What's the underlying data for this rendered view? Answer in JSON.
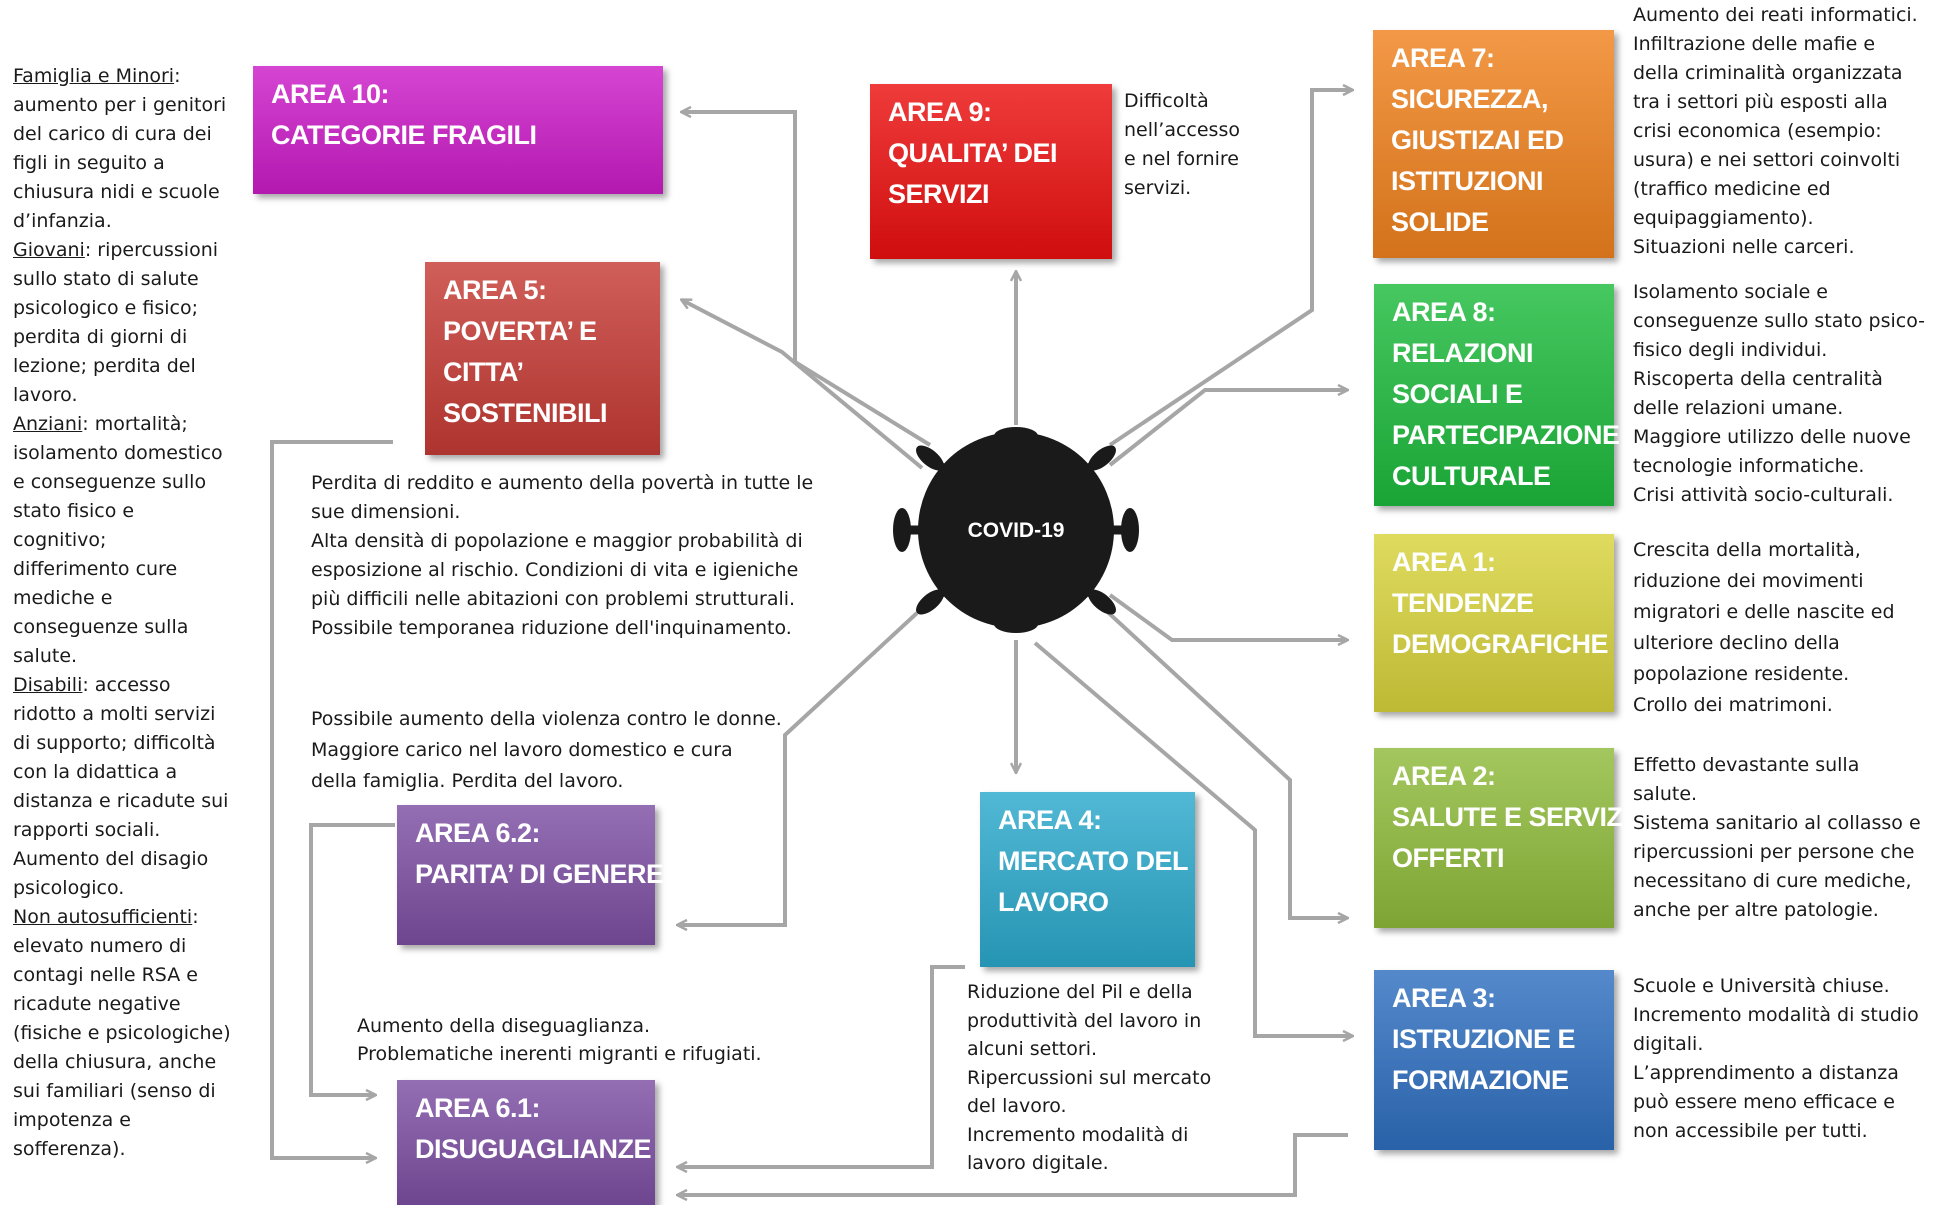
{
  "center": {
    "label": "COVID-19"
  },
  "areas": {
    "area10": {
      "title": "AREA 10:",
      "lines": [
        "CATEGORIE FRAGILI"
      ],
      "color": "#cc1cc8"
    },
    "area9": {
      "title": "AREA 9:",
      "lines": [
        "QUALITA’ DEI",
        "SERVIZI"
      ],
      "color": "#ec1010"
    },
    "area7": {
      "title": "AREA 7:",
      "lines": [
        "SICUREZZA,",
        "GIUSTIZAI ED",
        "ISTITUZIONI",
        "SOLIDE"
      ],
      "color": "#f0821e"
    },
    "area5": {
      "title": "AREA 5:",
      "lines": [
        "POVERTA’ E",
        "CITTA’",
        "SOSTENIBILI"
      ],
      "color": "#c63b35"
    },
    "area8": {
      "title": "AREA 8:",
      "lines": [
        "RELAZIONI",
        "SOCIALI E",
        "PARTECIPAZIONE",
        "CULTURALE"
      ],
      "color": "#1ebb3d"
    },
    "area1": {
      "title": "AREA 1:",
      "lines": [
        "TENDENZE",
        "DEMOGRAFICHE"
      ],
      "color": "#d8d33c"
    },
    "area2": {
      "title": "AREA 2:",
      "lines": [
        "SALUTE E SERVIZI",
        "OFFERTI"
      ],
      "color": "#8fbb3b"
    },
    "area4": {
      "title": "AREA 4:",
      "lines": [
        "MERCATO DEL",
        "LAVORO"
      ],
      "color": "#2ba9cc"
    },
    "area62": {
      "title": "AREA 6.2:",
      "lines": [
        "PARITA’ DI GENERE"
      ],
      "color": "#7d4fa3"
    },
    "area61": {
      "title": "AREA 6.1:",
      "lines": [
        "DISUGUAGLIANZE"
      ],
      "color": "#7d4fa3"
    },
    "area3": {
      "title": "AREA 3:",
      "lines": [
        "ISTRUZIONE E",
        "FORMAZIONE"
      ],
      "color": "#2f6fc0"
    }
  },
  "notes": {
    "area9": [
      "Difficoltà",
      "nell’accesso",
      "e nel fornire",
      "servizi."
    ],
    "area7": [
      "Aumento dei reati informatici.",
      "Infiltrazione delle mafie e",
      "della criminalità organizzata",
      "tra i settori più esposti alla",
      "crisi economica (esempio:",
      "usura) e nei settori coinvolti",
      "(traffico medicine ed",
      "equipaggiamento).",
      "Situazioni nelle carceri."
    ],
    "area8": [
      "Isolamento sociale e",
      "conseguenze sullo stato psico-",
      "fisico degli individui.",
      "Riscoperta della centralità",
      "delle relazioni umane.",
      "Maggiore utilizzo delle nuove",
      "tecnologie informatiche.",
      "Crisi attività socio-culturali."
    ],
    "area1": [
      "Crescita della mortalità,",
      "riduzione dei movimenti",
      "migratori e delle nascite ed",
      "ulteriore declino della",
      "popolazione residente.",
      "Crollo dei matrimoni."
    ],
    "area2": [
      "Effetto devastante sulla",
      "salute.",
      "Sistema sanitario al collasso e",
      "ripercussioni per persone che",
      "necessitano di cure mediche,",
      "anche per altre patologie."
    ],
    "area3": [
      "Scuole e Università chiuse.",
      "Incremento modalità di studio",
      "digitali.",
      "L’apprendimento a distanza",
      "può essere meno efficace e",
      "non accessibile per tutti."
    ],
    "area5": [
      "Perdita di reddito e aumento della povertà in tutte le",
      "sue dimensioni.",
      "Alta densità di popolazione e maggior probabilità di",
      "esposizione al rischio. Condizioni di vita e igieniche",
      "più difficili nelle abitazioni con problemi strutturali.",
      "Possibile temporanea riduzione dell'inquinamento."
    ],
    "area62": [
      "Possibile aumento della violenza contro le donne.",
      "Maggiore carico nel lavoro domestico e cura",
      "della famiglia. Perdita del lavoro."
    ],
    "area61": [
      "Aumento della diseguaglianza.",
      "Problematiche inerenti migranti e rifugiati."
    ],
    "area4": [
      "Riduzione del Pil e della",
      "produttività del lavoro in",
      "alcuni settori.",
      "Ripercussioni sul mercato",
      "del lavoro.",
      "Incremento modalità di",
      "lavoro digitale."
    ],
    "area10_left": {
      "famiglia_label": "Famiglia e Minori",
      "famiglia_text": [
        ": ",
        "aumento per i genitori",
        "del carico di cura dei",
        "figli in seguito a",
        "chiusura nidi e scuole",
        "d’infanzia."
      ],
      "giovani_label": "Giovani",
      "giovani_text": [
        ": ripercussioni",
        "sullo stato di salute",
        "psicologico e fisico;",
        "perdita di giorni di",
        "lezione; perdita del",
        "lavoro."
      ],
      "anziani_label": "Anziani",
      "anziani_text": [
        ": mortalità;",
        "isolamento domestico",
        "e conseguenze sullo",
        "stato fisico e",
        "cognitivo;",
        "differimento cure",
        "mediche e",
        "conseguenze sulla",
        "salute."
      ],
      "disabili_label": "Disabili",
      "disabili_text": [
        ": accesso",
        "ridotto a molti servizi",
        "di supporto; difficoltà",
        "con la didattica a",
        "distanza e ricadute sui",
        "rapporti sociali.",
        "Aumento del disagio",
        "psicologico."
      ],
      "non_auto_label": "Non autosufficienti",
      "non_auto_text": [
        ":",
        "elevato numero di",
        "contagi nelle RSA e",
        "ricadute negative",
        "(fisiche e psicologiche)",
        "della chiusura, anche",
        "sui familiari (senso di",
        "impotenza e",
        "sofferenza)."
      ]
    }
  },
  "colors": {
    "line": "#a6a6a6",
    "virus": "#1a1a1a"
  }
}
